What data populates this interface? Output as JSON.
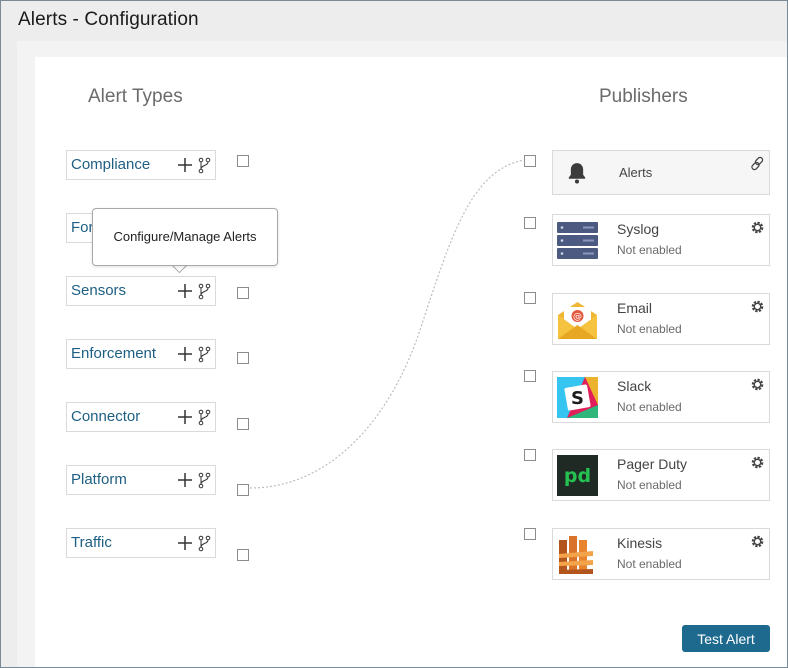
{
  "header": {
    "title": "Alerts - Configuration"
  },
  "columns": {
    "alert_types_title": "Alert Types",
    "publishers_title": "Publishers"
  },
  "tooltip": {
    "text": "Configure/Manage Alerts"
  },
  "alert_types": [
    {
      "label": "Compliance"
    },
    {
      "label": "For"
    },
    {
      "label": "Sensors"
    },
    {
      "label": "Enforcement"
    },
    {
      "label": "Connector"
    },
    {
      "label": "Platform"
    },
    {
      "label": "Traffic"
    }
  ],
  "publishers": [
    {
      "name": "Alerts",
      "status": "",
      "icon": "bell-icon"
    },
    {
      "name": "Syslog",
      "status": "Not enabled",
      "icon": "syslog-server-icon"
    },
    {
      "name": "Email",
      "status": "Not enabled",
      "icon": "email-envelope-icon"
    },
    {
      "name": "Slack",
      "status": "Not enabled",
      "icon": "slack-logo-icon"
    },
    {
      "name": "Pager Duty",
      "status": "Not enabled",
      "icon": "pagerduty-logo-icon"
    },
    {
      "name": "Kinesis",
      "status": "Not enabled",
      "icon": "kinesis-logo-icon"
    }
  ],
  "actions": {
    "test_alert_label": "Test Alert"
  },
  "colors": {
    "accent": "#1e6a8f",
    "link_text": "#1e5f84",
    "pagerduty_green": "#25c151",
    "kinesis_orange": "#e8842c"
  }
}
